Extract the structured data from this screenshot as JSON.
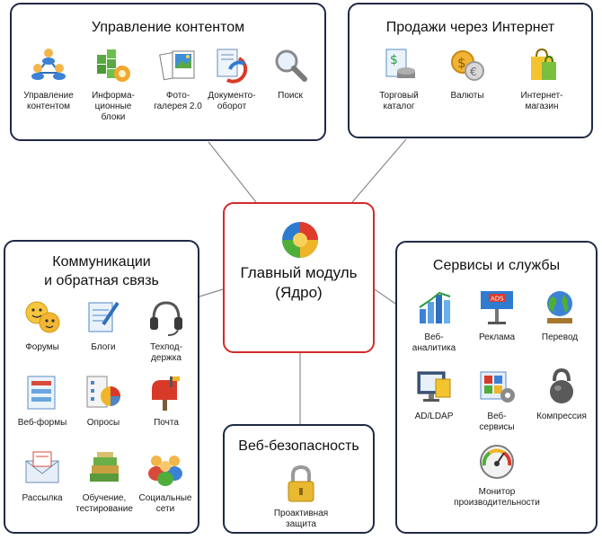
{
  "core": {
    "title": "Главный модуль\n(Ядро)",
    "icon": "bitrix-core-icon"
  },
  "content_box": {
    "title": "Управление контентом",
    "items": [
      {
        "label": "Управление\nконтентом",
        "icon": "content-users-icon"
      },
      {
        "label": "Информа-\nционные\nблоки",
        "icon": "info-blocks-icon"
      },
      {
        "label": "Фото-\nгалерея 2.0",
        "icon": "photo-gallery-icon"
      },
      {
        "label": "Документо-\nоборот",
        "icon": "document-flow-icon"
      },
      {
        "label": "Поиск",
        "icon": "search-icon"
      }
    ]
  },
  "sales_box": {
    "title": "Продажи через Интернет",
    "items": [
      {
        "label": "Торговый\nкаталог",
        "icon": "trade-catalog-icon"
      },
      {
        "label": "Валюты",
        "icon": "currency-icon"
      },
      {
        "label": "Интернет-\nмагазин",
        "icon": "shopping-bag-icon"
      }
    ]
  },
  "comm_box": {
    "title": "Коммуникации\nи обратная связь",
    "items": [
      {
        "label": "Форумы",
        "icon": "forum-smiles-icon"
      },
      {
        "label": "Блоги",
        "icon": "blog-icon"
      },
      {
        "label": "Техпод-\nдержка",
        "icon": "headset-icon"
      },
      {
        "label": "Веб-формы",
        "icon": "web-forms-icon"
      },
      {
        "label": "Опросы",
        "icon": "polls-icon"
      },
      {
        "label": "Почта",
        "icon": "mailbox-icon"
      },
      {
        "label": "Рассылка",
        "icon": "newsletter-icon"
      },
      {
        "label": "Обучение,\nтестирование",
        "icon": "learning-books-icon"
      },
      {
        "label": "Социальные\nсети",
        "icon": "social-network-icon"
      }
    ]
  },
  "services_box": {
    "title": "Сервисы и службы",
    "items": [
      {
        "label": "Веб-\nаналитика",
        "icon": "web-analytics-icon"
      },
      {
        "label": "Реклама",
        "icon": "ads-banner-icon"
      },
      {
        "label": "Перевод",
        "icon": "globe-translate-icon"
      },
      {
        "label": "AD/LDAP",
        "icon": "ldap-monitor-icon"
      },
      {
        "label": "Веб-\nсервисы",
        "icon": "web-services-icon"
      },
      {
        "label": "Компрессия",
        "icon": "kettlebell-icon"
      },
      {
        "label": "Монитор\nпроизводительности",
        "icon": "performance-gauge-icon"
      }
    ]
  },
  "security_box": {
    "title": "Веб-безопасность",
    "items": [
      {
        "label": "Проактивная\nзащита",
        "icon": "padlock-icon"
      }
    ]
  }
}
